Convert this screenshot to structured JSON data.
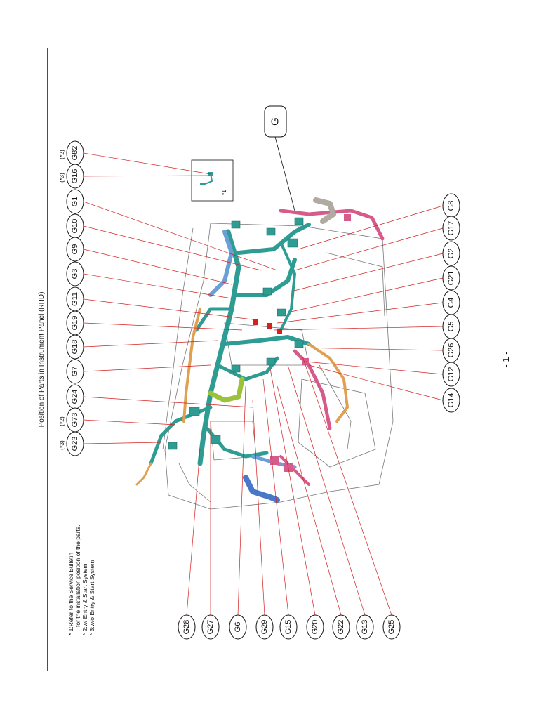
{
  "title": "Position of Parts in Instrument Panel (RHD)",
  "page_number": "- 1 -",
  "notes": [
    "* 1:Refer to the Service Bulletin",
    "for the installation position of the parts.",
    "* 2:w/ Entry & Start System",
    "* 3:w/o Entry & Start System"
  ],
  "callout": {
    "label": "G"
  },
  "inset": {
    "marker": "*1"
  },
  "connectors_top": [
    {
      "label": "G82",
      "note": "(*2)"
    },
    {
      "label": "G16",
      "note": "(*3)"
    },
    {
      "label": "G1",
      "note": ""
    },
    {
      "label": "G10",
      "note": ""
    },
    {
      "label": "G9",
      "note": ""
    },
    {
      "label": "G3",
      "note": ""
    },
    {
      "label": "G11",
      "note": ""
    },
    {
      "label": "G19",
      "note": ""
    },
    {
      "label": "G18",
      "note": ""
    },
    {
      "label": "G7",
      "note": ""
    },
    {
      "label": "G24",
      "note": ""
    },
    {
      "label": "G73",
      "note": "(*2)"
    },
    {
      "label": "G23",
      "note": "(*3)"
    }
  ],
  "connectors_right": [
    "G8",
    "G17",
    "G2",
    "G21",
    "G4",
    "G5",
    "G26",
    "G12",
    "G14"
  ],
  "connectors_bottom": [
    "G28",
    "G27",
    "G6",
    "G29",
    "G15",
    "G20",
    "G22",
    "G13",
    "G25"
  ],
  "colors": {
    "leader": "#d32020",
    "harness_main": "#2f9c93",
    "harness_blue": "#6a9fd8",
    "harness_pink": "#d65a8a",
    "harness_orange": "#e0a050",
    "harness_green": "#9cc23a",
    "outline": "#777777"
  }
}
